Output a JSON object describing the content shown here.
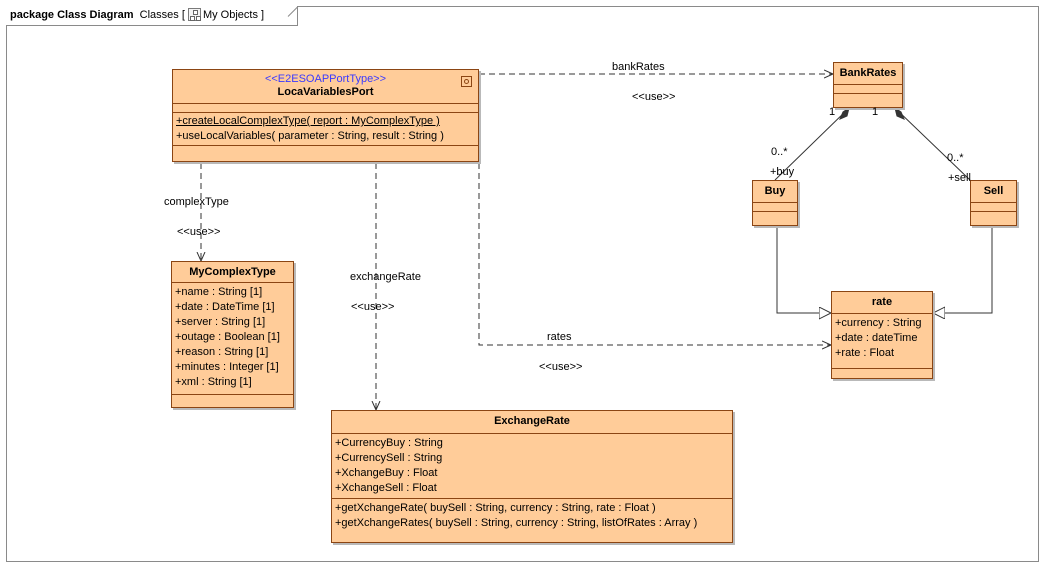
{
  "frame": {
    "kind": "package",
    "diagram_type": "Class Diagram",
    "name": "Classes",
    "owner": "My Objects",
    "owner_icon": "class-diagram-icon"
  },
  "classes": {
    "port": {
      "stereotype": "<<E2ESOAPPortType>>",
      "name": "LocaVariablesPort",
      "icon": "port-type-icon",
      "operations": [
        "+createLocalComplexType( report : MyComplexType )",
        "+useLocalVariables( parameter : String, result : String )"
      ]
    },
    "myComplexType": {
      "name": "MyComplexType",
      "attributes": [
        "+name : String [1]",
        "+date : DateTime [1]",
        "+server : String [1]",
        "+outage : Boolean [1]",
        "+reason : String [1]",
        "+minutes : Integer [1]",
        "+xml : String [1]"
      ]
    },
    "exchangeRate": {
      "name": "ExchangeRate",
      "attributes": [
        "+CurrencyBuy : String",
        "+CurrencySell : String",
        "+XchangeBuy : Float",
        "+XchangeSell : Float"
      ],
      "operations": [
        "+getXchangeRate( buySell : String, currency : String, rate : Float )",
        "+getXchangeRates( buySell : String, currency : String, listOfRates : Array )"
      ]
    },
    "bankRates": {
      "name": "BankRates"
    },
    "buy": {
      "name": "Buy"
    },
    "sell": {
      "name": "Sell"
    },
    "rate": {
      "name": "rate",
      "attributes": [
        "+currency : String",
        "+date : dateTime",
        "+rate : Float"
      ]
    }
  },
  "relations": {
    "bankRatesDep": {
      "name": "bankRates",
      "stereotype": "<<use>>"
    },
    "complexTypeDep": {
      "name": "complexType",
      "stereotype": "<<use>>"
    },
    "exchangeRateDep": {
      "name": "exchangeRate",
      "stereotype": "<<use>>"
    },
    "ratesDep": {
      "name": "rates",
      "stereotype": "<<use>>"
    },
    "buyComposition": {
      "source_mult": "1",
      "target_mult": "0..*",
      "role": "+buy"
    },
    "sellComposition": {
      "source_mult": "1",
      "target_mult": "0..*",
      "role": "+sell"
    }
  },
  "colors": {
    "class_fill": "#ffcc99",
    "class_border": "#8b4513",
    "stereotype": "#3a3aff",
    "frame": "#8a8a8a"
  }
}
